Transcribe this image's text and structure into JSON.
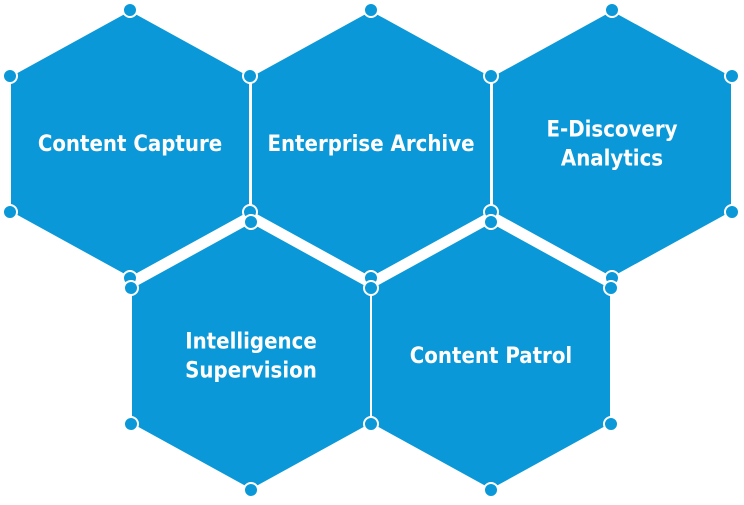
{
  "colors": {
    "hex_fill": "#0a98d8",
    "stroke": "#ffffff",
    "node_fill": "#0a98d8",
    "text": "#ffffff"
  },
  "hexagons": [
    {
      "id": "content-capture",
      "lines": [
        "Content Capture"
      ]
    },
    {
      "id": "enterprise-archive",
      "lines": [
        "Enterprise Archive"
      ]
    },
    {
      "id": "e-discovery-analytics",
      "lines": [
        "E-Discovery",
        "Analytics"
      ]
    },
    {
      "id": "intelligence-supervision",
      "lines": [
        "Intelligence",
        "Supervision"
      ]
    },
    {
      "id": "content-patrol",
      "lines": [
        "Content Patrol"
      ]
    }
  ]
}
